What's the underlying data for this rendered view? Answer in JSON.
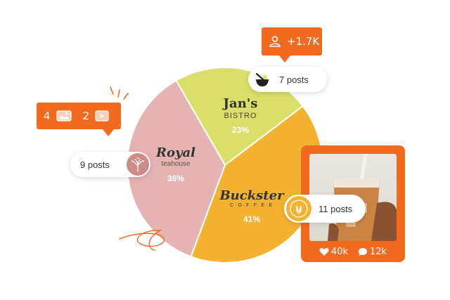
{
  "chart_data": {
    "type": "pie",
    "slices": [
      {
        "brand": "Jan's",
        "sub": "BISTRO",
        "pct_label": "23%",
        "value": 23,
        "color": "#d9df68"
      },
      {
        "brand": "Buckster",
        "sub": "C·O·F·F·E·E",
        "pct_label": "41%",
        "value": 41,
        "color": "#f4b231"
      },
      {
        "brand": "Royal",
        "sub": "teahouse",
        "pct_label": "36%",
        "value": 36,
        "color": "#e6b3b3"
      }
    ]
  },
  "pills": {
    "jans_posts": "7 posts",
    "royal_posts": "9 posts",
    "buckster_posts": "11 posts"
  },
  "bubbles": {
    "followers": "+1.7K",
    "images_count": "4",
    "videos_count": "2"
  },
  "photo_card": {
    "likes": "40k",
    "comments": "12k"
  },
  "colors": {
    "accent": "#f26a1f",
    "jans": "#d9df68",
    "buckster": "#f4b231",
    "royal": "#e6b3b3"
  }
}
